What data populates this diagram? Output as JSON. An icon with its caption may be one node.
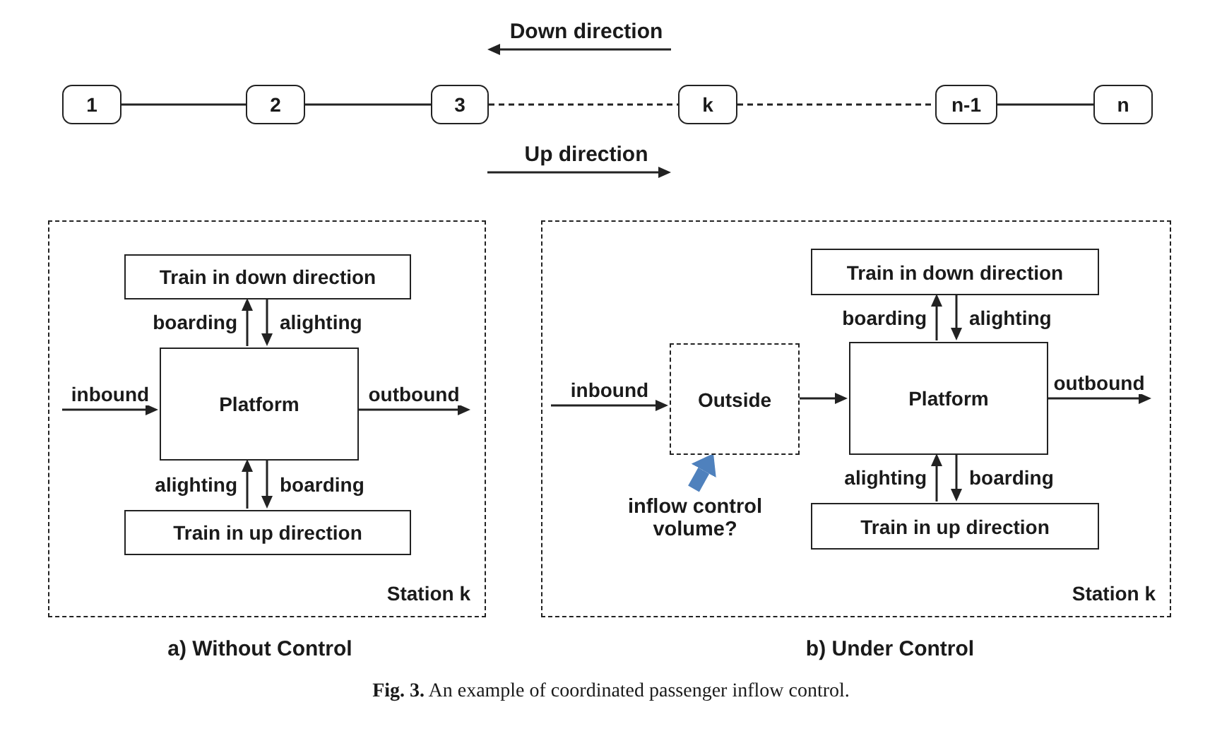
{
  "diagram": {
    "caption": "**Fig. 3.** An example of coordinated passenger inflow control.",
    "nodes": [
      {
        "text": [
          "1"
        ]
      },
      {
        "text": [
          "2"
        ]
      },
      {
        "text": [
          "3"
        ]
      },
      {
        "text": [
          "k"
        ]
      },
      {
        "text": [
          "n-1"
        ]
      },
      {
        "text": [
          "n"
        ]
      },
      {
        "text": [
          "Station k"
        ]
      },
      {
        "text": [
          "Train in down direction"
        ],
        "in": 6
      },
      {
        "text": [
          "Platform"
        ],
        "in": 6
      },
      {
        "text": [
          "Train in up direction"
        ],
        "in": 6
      },
      {
        "text": [
          "Station k"
        ]
      },
      {
        "text": [
          "Train in down direction"
        ],
        "in": 10
      },
      {
        "text": [
          "Outside"
        ],
        "in": 10
      },
      {
        "text": [
          "Platform"
        ],
        "in": 10
      },
      {
        "text": [
          "Train in up direction"
        ],
        "in": 10
      },
      {
        "text": [
          "inflow control volume?"
        ],
        "in": 10
      }
    ],
    "edges": [
      {
        "from": 0,
        "to": 1,
        "arrow": "none"
      },
      {
        "from": 1,
        "to": 2,
        "arrow": "none"
      },
      {
        "from": 2,
        "to": 3,
        "arrow": "none",
        "style": "dashed"
      },
      {
        "from": 3,
        "to": 4,
        "arrow": "none",
        "style": "dashed"
      },
      {
        "from": 4,
        "to": 5,
        "arrow": "none"
      },
      {
        "from": 8,
        "to": 7,
        "arrow": "to",
        "label": "boarding"
      },
      {
        "from": 7,
        "to": 8,
        "arrow": "to",
        "label": "alighting"
      },
      {
        "from": 9,
        "to": 8,
        "arrow": "to",
        "label": "alighting"
      },
      {
        "from": 8,
        "to": 9,
        "arrow": "to",
        "label": "boarding"
      },
      {
        "from": null,
        "to": 8,
        "arrow": "to",
        "label": "inbound"
      },
      {
        "from": 8,
        "to": null,
        "arrow": "to",
        "label": "outbound"
      },
      {
        "from": 13,
        "to": 11,
        "arrow": "to",
        "label": "boarding"
      },
      {
        "from": 11,
        "to": 13,
        "arrow": "to",
        "label": "alighting"
      },
      {
        "from": 14,
        "to": 13,
        "arrow": "to",
        "label": "alighting"
      },
      {
        "from": 13,
        "to": 14,
        "arrow": "to",
        "label": "boarding"
      },
      {
        "from": null,
        "to": 12,
        "arrow": "to",
        "label": "inbound"
      },
      {
        "from": 12,
        "to": 13,
        "arrow": "to"
      },
      {
        "from": 13,
        "to": null,
        "arrow": "to",
        "label": "outbound"
      },
      {
        "from": 15,
        "to": 12,
        "arrow": "to",
        "style": "thick",
        "color": "#4f81bd"
      }
    ],
    "labels": [
      "Down direction",
      "Up direction",
      "a) Without Control",
      "b) Under Control"
    ]
  }
}
